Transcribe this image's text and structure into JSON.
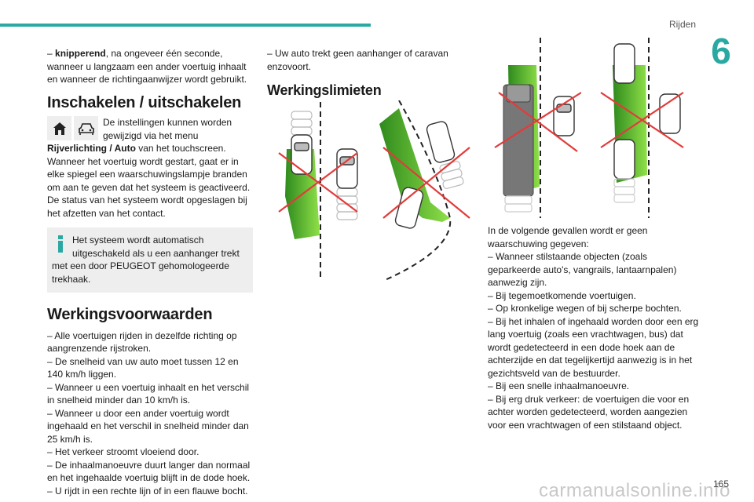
{
  "header": {
    "section": "Rijden",
    "chapter": "6"
  },
  "col1": {
    "intro_dash": "– ",
    "intro_bold": "knipperend",
    "intro_rest": ", na ongeveer één seconde, wanneer u langzaam een ander voertuig inhaalt en wanneer de richtingaanwijzer wordt gebruikt.",
    "heading_inschakelen": "Inschakelen / uitschakelen",
    "icon_names": [
      "home-icon",
      "car-icon"
    ],
    "settings_pre": "De instellingen kunnen worden gewijzigd via het menu ",
    "settings_bold": "Rijverlichting / Auto",
    "settings_post": " van het touchscreen.",
    "para_start": "Wanneer het voertuig wordt gestart, gaat er in elke spiegel een waarschuwingslampje branden om aan te geven dat het systeem is geactiveerd.",
    "para_status": "De status van het systeem wordt opgeslagen bij het afzetten van het contact.",
    "info_text": "Het systeem wordt automatisch uitgeschakeld als u een aanhanger trekt met een door PEUGEOT gehomologeerde trekhaak.",
    "heading_werkings": "Werkingsvoorwaarden",
    "conditions": [
      "– Alle voertuigen rijden in dezelfde richting op aangrenzende rijstroken.",
      "– De snelheid van uw auto moet tussen 12 en 140 km/h liggen.",
      "– Wanneer u een voertuig inhaalt en het verschil in snelheid minder dan 10 km/h is.",
      "– Wanneer u door een ander voertuig wordt ingehaald en het verschil in snelheid minder dan 25 km/h is.",
      "– Het verkeer stroomt vloeiend door.",
      "– De inhaalmanoeuvre duurt langer dan normaal en het ingehaalde voertuig blijft in de dode hoek.",
      "– U rijdt in een rechte lijn of in een flauwe bocht."
    ]
  },
  "col2": {
    "item": "– Uw auto trekt geen aanhanger of caravan enzovoort.",
    "heading_limieten": "Werkingslimieten"
  },
  "col3": {
    "intro": "In de volgende gevallen wordt er geen waarschuwing gegeven:",
    "items": [
      "– Wanneer stilstaande objecten (zoals geparkeerde auto's, vangrails, lantaarnpalen) aanwezig zijn.",
      "– Bij tegemoetkomende voertuigen.",
      "– Op kronkelige wegen of bij scherpe bochten.",
      "– Bij het inhalen of ingehaald worden door een erg lang voertuig (zoals een vrachtwagen, bus) dat wordt gedetecteerd in een dode hoek aan de achterzijde en dat tegelijkertijd aanwezig is in het gezichtsveld van de bestuurder.",
      "– Bij een snelle inhaalmanoeuvre.",
      "– Bij erg druk verkeer: de voertuigen die voor en achter worden gedetecteerd, worden aangezien voor een vrachtwagen of een stilstaand object."
    ]
  },
  "footer": {
    "page": "165",
    "watermark": "carmanualsonline.info"
  },
  "colors": {
    "accent": "#2aa9a2",
    "zone_green": "#5fbf2a",
    "cross_red": "#e23b3b"
  }
}
